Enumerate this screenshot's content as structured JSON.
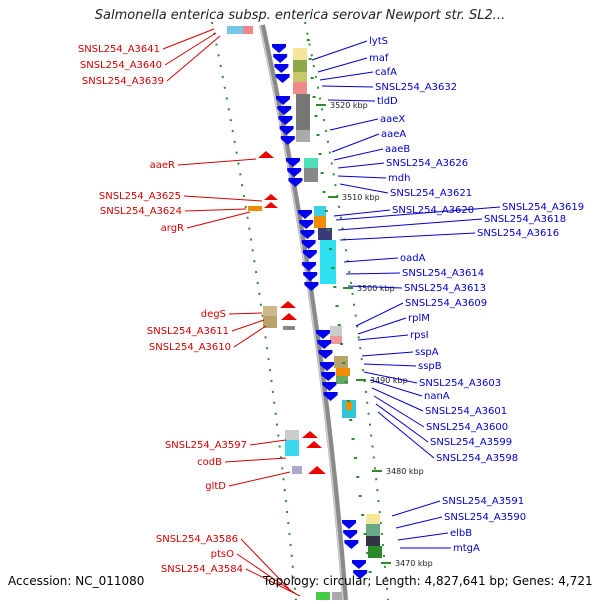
{
  "title": "Salmonella enterica subsp. enterica serovar Newport str. SL2...",
  "footer": {
    "accession": "Accession: NC_011080",
    "topology": "Topology: circular; Length: 4,827,641 bp; Genes: 4,721"
  },
  "colors": {
    "reverse": "#d40000",
    "forward": "#0000cc"
  },
  "kbp_marks": [
    "3520 kbp",
    "3510 kbp",
    "3500 kbp",
    "3490 kbp",
    "3480 kbp",
    "3470 kbp"
  ],
  "reverse_genes": [
    "SNSL254_A3641",
    "SNSL254_A3640",
    "SNSL254_A3639",
    "aaeR",
    "SNSL254_A3625",
    "SNSL254_A3624",
    "argR",
    "degS",
    "SNSL254_A3611",
    "SNSL254_A3610",
    "SNSL254_A3597",
    "codB",
    "gltD",
    "SNSL254_A3586",
    "ptsO",
    "SNSL254_A3584"
  ],
  "forward_genes": [
    "lytS",
    "maf",
    "cafA",
    "SNSL254_A3632",
    "tldD",
    "aaeX",
    "aaeA",
    "aaeB",
    "SNSL254_A3626",
    "mdh",
    "SNSL254_A3621",
    "SNSL254_A3620",
    "SNSL254_A3619",
    "SNSL254_A3618",
    "SNSL254_A3616",
    "oadA",
    "SNSL254_A3614",
    "SNSL254_A3613",
    "SNSL254_A3609",
    "rplM",
    "rpsI",
    "sspA",
    "sspB",
    "SNSL254_A3603",
    "nanA",
    "SNSL254_A3601",
    "SNSL254_A3600",
    "SNSL254_A3599",
    "SNSL254_A3598",
    "SNSL254_A3591",
    "SNSL254_A3590",
    "elbB",
    "mtgA"
  ]
}
